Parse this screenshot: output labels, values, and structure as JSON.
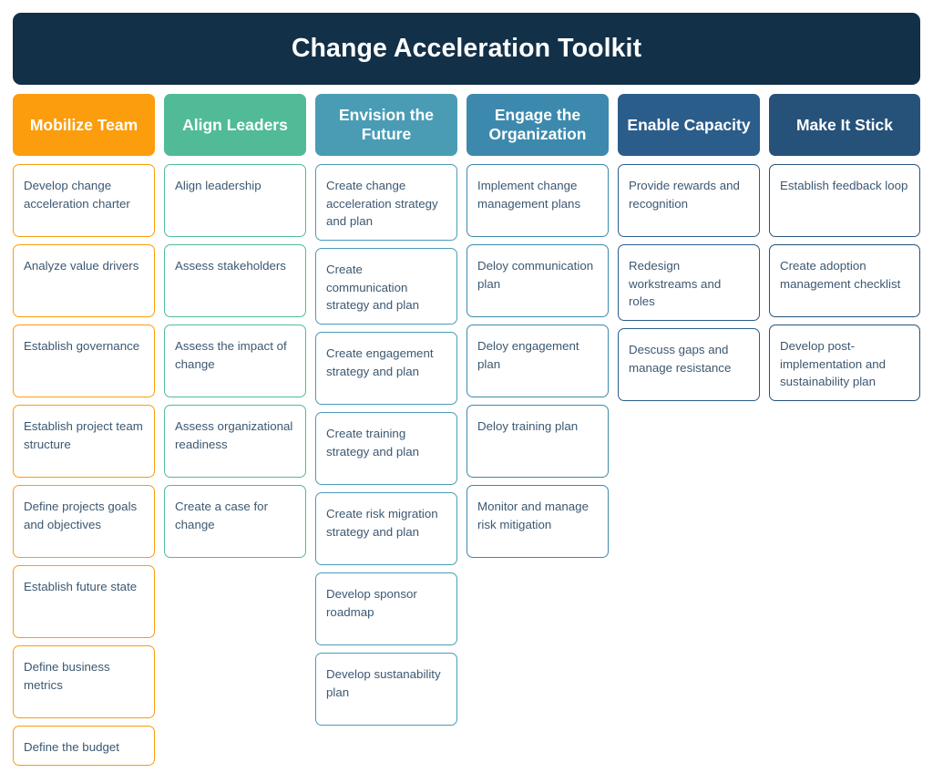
{
  "title": "Change Acceleration Toolkit",
  "theme": {
    "banner_bg": "#123047",
    "banner_text": "#ffffff",
    "card_text": "#3c5871",
    "page_bg": "#ffffff"
  },
  "columns": [
    {
      "id": "mobilize-team",
      "header": "Mobilize Team",
      "color": "#FB9D0C",
      "border": "#FB9D0C",
      "cards": [
        {
          "label": "Develop change acceleration charter"
        },
        {
          "label": "Analyze value drivers"
        },
        {
          "label": "Establish governance"
        },
        {
          "label": "Establish project team structure"
        },
        {
          "label": "Define projects goals and objectives"
        },
        {
          "label": "Establish future state"
        },
        {
          "label": "Define business metrics"
        },
        {
          "label": "Define the budget",
          "clipped": true
        }
      ]
    },
    {
      "id": "align-leaders",
      "header": "Align Leaders",
      "color": "#50BB96",
      "border": "#50BB96",
      "cards": [
        {
          "label": "Align leadership"
        },
        {
          "label": "Assess stakeholders"
        },
        {
          "label": "Assess the impact of change"
        },
        {
          "label": "Assess organizational readiness"
        },
        {
          "label": "Create a case for change"
        }
      ]
    },
    {
      "id": "envision-the-future",
      "header": "Envision the Future",
      "color": "#4A9CB5",
      "border": "#4A9CB5",
      "cards": [
        {
          "label": "Create change acceleration strategy and plan"
        },
        {
          "label": "Create communication strategy and plan"
        },
        {
          "label": "Create engagement strategy and plan"
        },
        {
          "label": "Create training strategy and plan"
        },
        {
          "label": "Create risk migration strategy and plan"
        },
        {
          "label": "Develop sponsor roadmap"
        },
        {
          "label": "Develop sustanability plan"
        }
      ]
    },
    {
      "id": "engage-the-organization",
      "header": "Engage the Organization",
      "color": "#3D89AE",
      "border": "#3D89AE",
      "cards": [
        {
          "label": "Implement change management plans"
        },
        {
          "label": "Deloy communication plan"
        },
        {
          "label": "Deloy engagement plan"
        },
        {
          "label": "Deloy training plan"
        },
        {
          "label": "Monitor and manage risk mitigation"
        }
      ]
    },
    {
      "id": "enable-capacity",
      "header": "Enable Capacity",
      "color": "#2B5D8B",
      "border": "#2B5D8B",
      "cards": [
        {
          "label": "Provide rewards and recognition"
        },
        {
          "label": "Redesign workstreams and roles"
        },
        {
          "label": "Descuss gaps and manage resistance"
        }
      ]
    },
    {
      "id": "make-it-stick",
      "header": "Make It Stick",
      "color": "#26527A",
      "border": "#26527A",
      "cards": [
        {
          "label": "Establish feedback loop"
        },
        {
          "label": "Create adoption management checklist"
        },
        {
          "label": "Develop post-implementation and sustainability plan"
        }
      ]
    }
  ]
}
